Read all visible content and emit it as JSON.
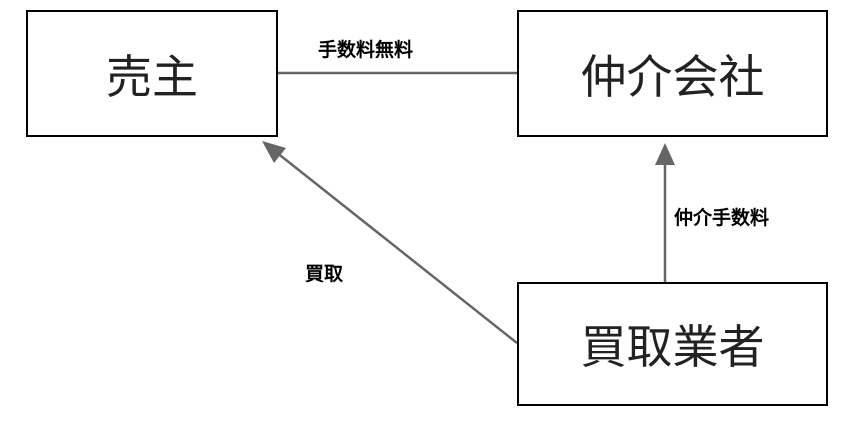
{
  "nodes": {
    "seller": "売主",
    "agency": "仲介会社",
    "buyer": "買取業者"
  },
  "edges": {
    "seller_agency": "手数料無料",
    "buyer_agency": "仲介手数料",
    "buyer_seller": "買取"
  },
  "colors": {
    "arrow": "#666666",
    "border": "#000000"
  }
}
